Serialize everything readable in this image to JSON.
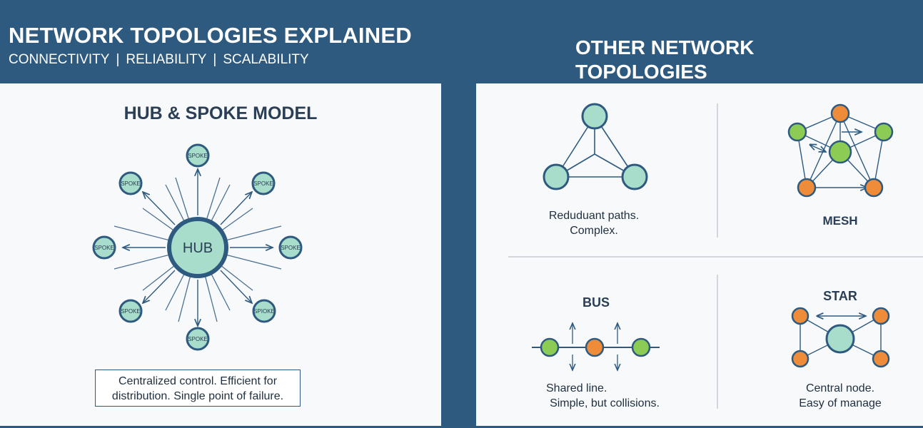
{
  "header": {
    "title": "NETWORK TOPOLOGIES EXPLAINED",
    "tags": [
      "CONNECTIVITY",
      "RELIABILITY",
      "SCALABILITY"
    ],
    "separator": "|",
    "right_title": "OTHER NETWORK TOPOLOGIES"
  },
  "hub_panel": {
    "title": "HUB & SPOKE MODEL",
    "hub_label": "HUB",
    "spokes": [
      "SPOKE",
      "SPOKE",
      "SPOKE",
      "SPOKE",
      "SPIOKE",
      "SPOKE",
      "SPOKE",
      "SPOKE"
    ],
    "description_line1": "Centralized control. Efficient for",
    "description_line2": "distribution. Single point of failure."
  },
  "topologies": {
    "triangle": {
      "caption_line1": "Reduduant paths.",
      "caption_line2": "Complex."
    },
    "mesh": {
      "label": "MESH"
    },
    "bus": {
      "label": "BUS",
      "caption_line1": "Shared line.",
      "caption_line2": "Simple, but collisions."
    },
    "star": {
      "label": "STAR",
      "caption_line1": "Central node.",
      "caption_line2": "Easy of manage"
    }
  },
  "colors": {
    "header_bg": "#2e5a80",
    "node_teal": "#a8dccb",
    "node_green": "#8ccc55",
    "node_orange": "#ee8c3a",
    "stroke": "#2e5a80"
  }
}
